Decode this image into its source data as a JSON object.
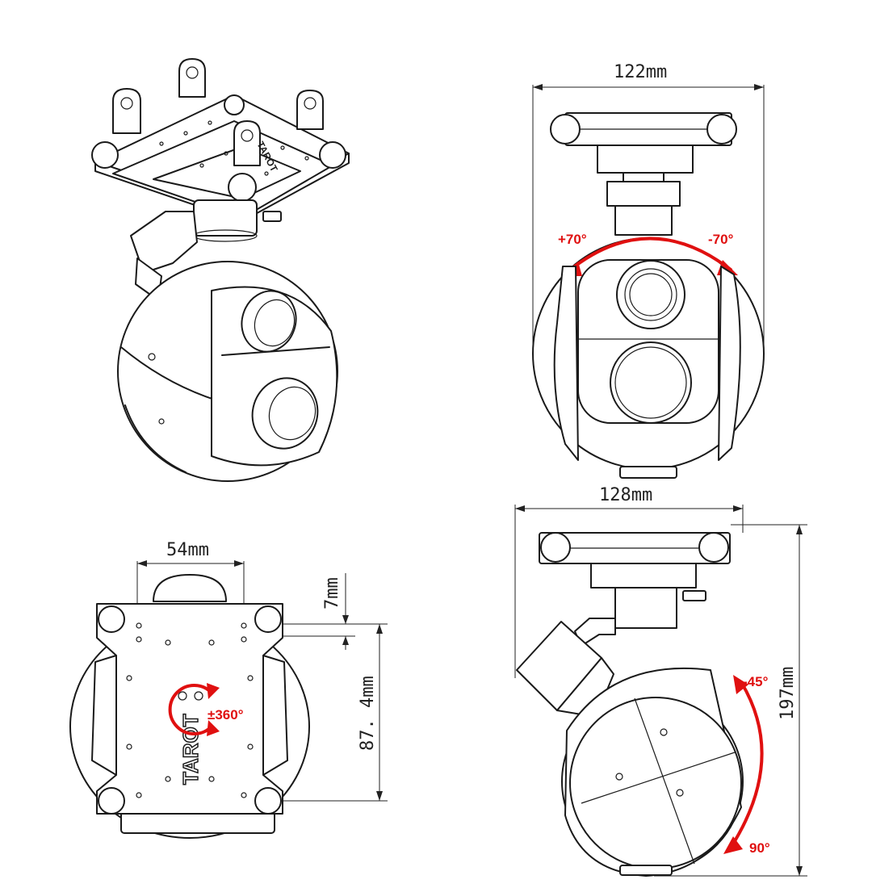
{
  "top_view": {
    "width_label": "122mm",
    "tilt_left_label": "+70°",
    "tilt_right_label": "-70°"
  },
  "bottom_view": {
    "width_label": "54mm",
    "offset_label": "7mm",
    "length_label": "87. 4mm",
    "pan_label": "±360°",
    "brand_text": "TAROT"
  },
  "side_view": {
    "width_label": "128mm",
    "height_label": "197mm",
    "tilt_up_label": "-45°",
    "tilt_down_label": "90°"
  },
  "colors": {
    "line": "#1a1a1a",
    "annotation_red": "#e01010",
    "background": "#ffffff"
  }
}
